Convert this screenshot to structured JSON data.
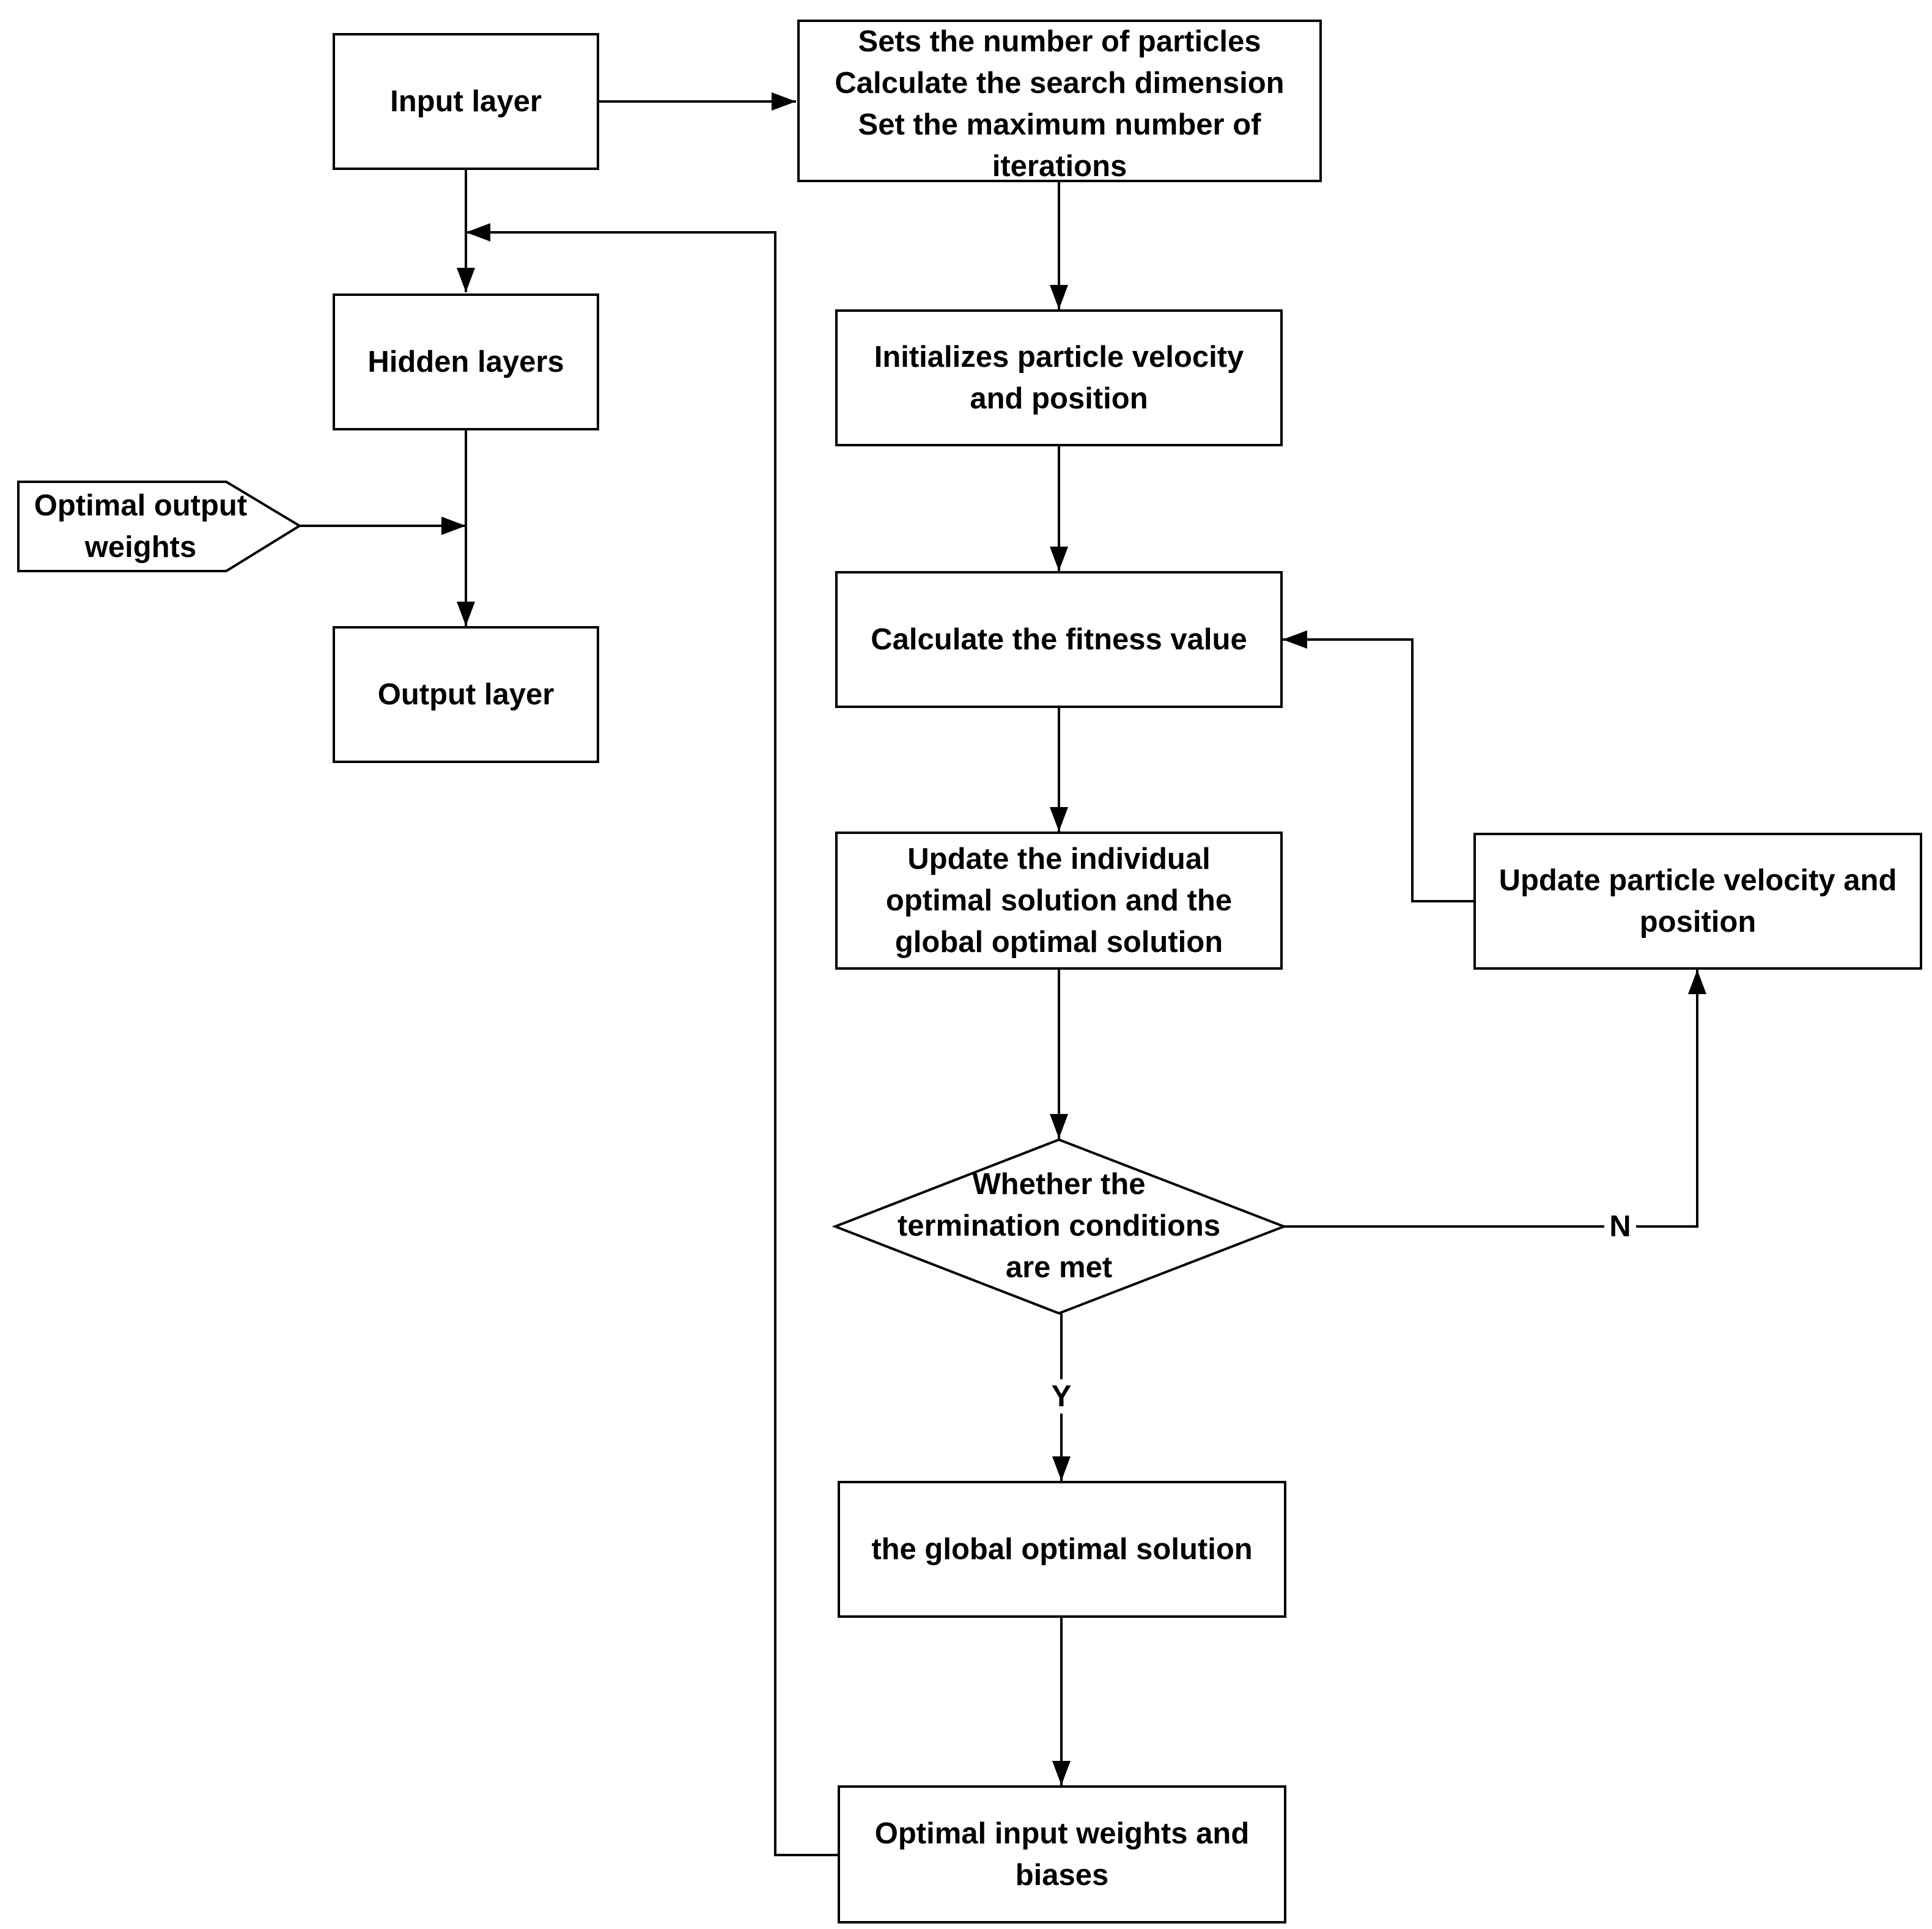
{
  "nodes": {
    "input_layer": "Input layer",
    "hidden_layers": "Hidden layers",
    "output_layer": "Output layer",
    "optimal_output_weights": "Optimal output\nweights",
    "setup": "Sets the number of particles\nCalculate the search dimension\nSet the maximum number of\niterations",
    "init": "Initializes particle velocity\nand position",
    "fitness": "Calculate the fitness value",
    "update_solutions": "Update the individual\noptimal solution and the\nglobal optimal solution",
    "termination": "Whether the\ntermination conditions\nare met",
    "update_velocity": "Update particle velocity and\nposition",
    "global_solution": "the global optimal solution",
    "optimal_input": "Optimal input weights and\nbiases"
  },
  "edges": {
    "no_label": "N",
    "yes_label": "Y"
  },
  "colors": {
    "line": "#000000",
    "fill": "#ffffff"
  }
}
